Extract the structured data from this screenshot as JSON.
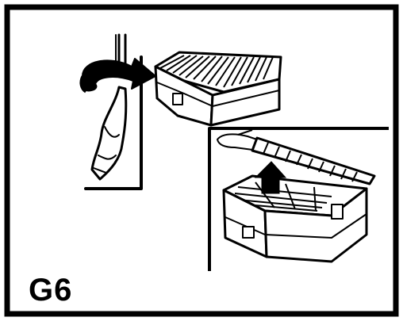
{
  "figure": {
    "label": "G6",
    "ink_color": "#000000",
    "paper_color": "#ffffff",
    "icons": [
      "twist-arrow-icon",
      "up-arrow-icon"
    ],
    "panels": [
      "bag-twist-detail",
      "closed-device",
      "open-device-inset"
    ]
  }
}
